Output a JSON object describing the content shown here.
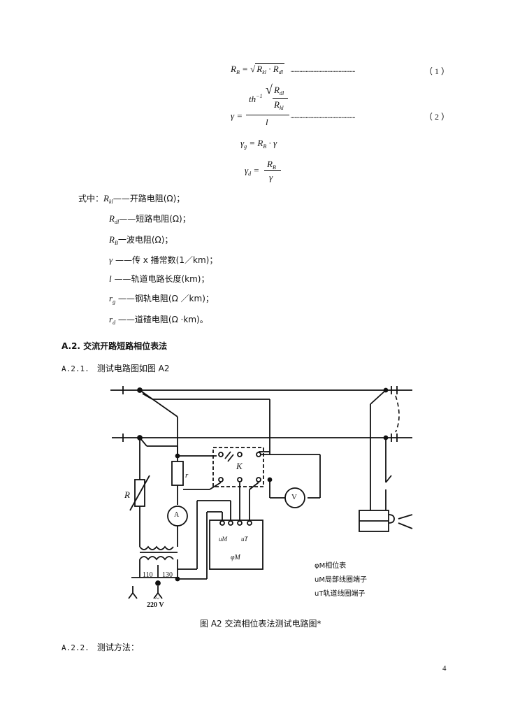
{
  "equations": {
    "eq1_number": "（ 1 ）",
    "eq2_number": "（ 2 ）",
    "dots": "……………………………………………"
  },
  "definitions": {
    "intro": "式中：",
    "kl_text": "——开路电阻(Ω)；",
    "dl_text": "——短路电阻(Ω)；",
    "B_text": "一波电阻(Ω)；",
    "gamma_text": "——传 x 播常数(1／km)；",
    "l_text": "——轨道电路长度(km)；",
    "rg_text": "——钢轨电阻(Ω ／km)；",
    "rd_text": "——道碴电阻(Ω ·km)。"
  },
  "sections": {
    "a2_title": "A.2. 交流开路短路相位表法",
    "a21_number": "A.2.1.",
    "a21_text": "测试电路图如图 A2",
    "a22_number": "A.2.2.",
    "a22_text": "测试方法："
  },
  "figure": {
    "label_R": "R",
    "label_r": "r",
    "label_K": "K",
    "label_V": "V",
    "label_A": "A",
    "label_uM": "uM",
    "label_uT": "uT",
    "label_phiM": "φM",
    "label_110": "110",
    "label_130": "130",
    "label_tilde": "~",
    "label_220": "220 V",
    "legend_1": "φM相位表",
    "legend_2": "uM局部线圈端子",
    "legend_3": "uT轨道线圈端子",
    "caption": "图 A2 交流相位表法测试电路图*"
  },
  "page_number": "4"
}
